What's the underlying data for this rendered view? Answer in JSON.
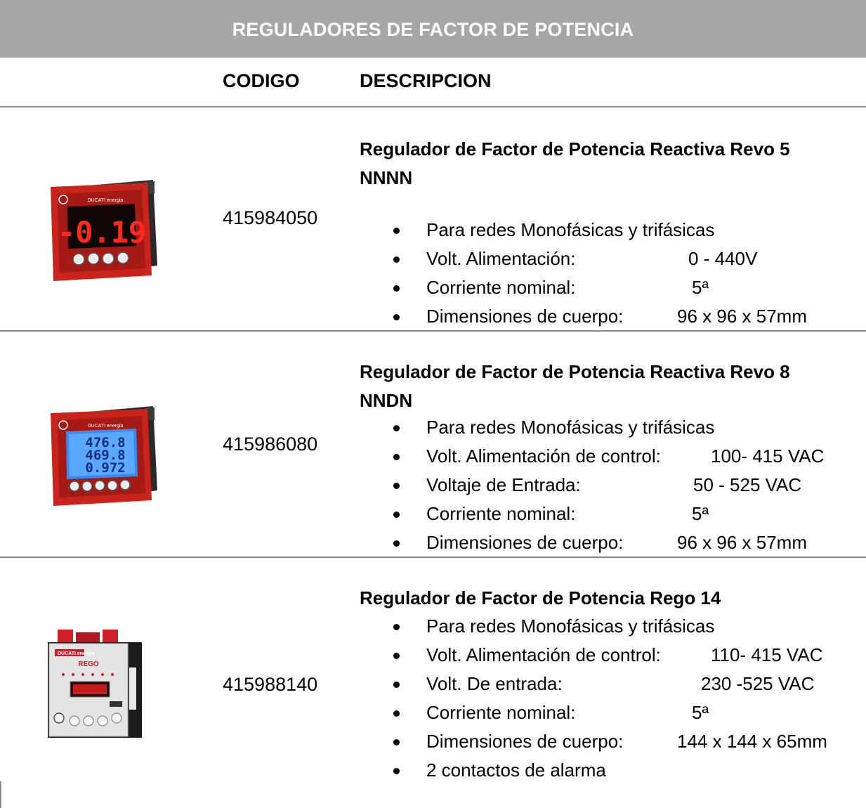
{
  "banner": {
    "title": "REGULADORES DE FACTOR DE POTENCIA"
  },
  "header": {
    "code_label": "CODIGO",
    "description_label": "DESCRIPCION"
  },
  "products": [
    {
      "code": "415984050",
      "title_line1": "Regulador de Factor de Potencia Reactiva Revo 5",
      "title_line2": "NNNN",
      "image": {
        "brand_text": "DUCATI energia",
        "display_text": "-0.19",
        "display_color": "#ff2a1e",
        "body_color": "#c8241c"
      },
      "specs": [
        {
          "label": "Para redes Monofásicas y trifásicas",
          "value": ""
        },
        {
          "label": "Volt. Alimentación:",
          "value": "0 - 440V"
        },
        {
          "label": "Corriente nominal:",
          "value": "5ª"
        },
        {
          "label": "Dimensiones de cuerpo:",
          "value": "96 x 96 x 57mm"
        }
      ]
    },
    {
      "code": "415986080",
      "title_line1": "Regulador de Factor de Potencia Reactiva Revo 8",
      "title_line2": "NNDN",
      "image": {
        "brand_text": "DUCATI energia",
        "display_lines": [
          "476.8",
          "469.8",
          "0.972"
        ],
        "display_color": "#3a8cf0",
        "body_color": "#c8241c"
      },
      "specs": [
        {
          "label": "Para redes Monofásicas y trifásicas",
          "value": ""
        },
        {
          "label": "Volt. Alimentación de control:",
          "value": "100- 415 VAC"
        },
        {
          "label": "Voltaje de Entrada:",
          "value": "50 - 525 VAC"
        },
        {
          "label": "Corriente nominal:",
          "value": "5ª"
        },
        {
          "label": "Dimensiones de cuerpo:",
          "value": "96 x 96 x 57mm"
        }
      ]
    },
    {
      "code": "415988140",
      "title_line1": "Regulador de Factor de Potencia Rego 14",
      "image": {
        "brand_text": "DUCATI energia",
        "model_text": "REGO",
        "display_color": "#e02020",
        "body_color": "#e4e4e4"
      },
      "specs": [
        {
          "label": "Para redes Monofásicas y trifásicas",
          "value": ""
        },
        {
          "label": "Volt. Alimentación de control:",
          "value": "110- 415 VAC"
        },
        {
          "label": "Volt. De entrada:",
          "value": "230 -525 VAC"
        },
        {
          "label": "Corriente nominal:",
          "value": "5ª"
        },
        {
          "label": "Dimensiones de cuerpo:",
          "value": "144 x 144 x 65mm"
        },
        {
          "label": "2 contactos de alarma",
          "value": ""
        }
      ]
    }
  ]
}
